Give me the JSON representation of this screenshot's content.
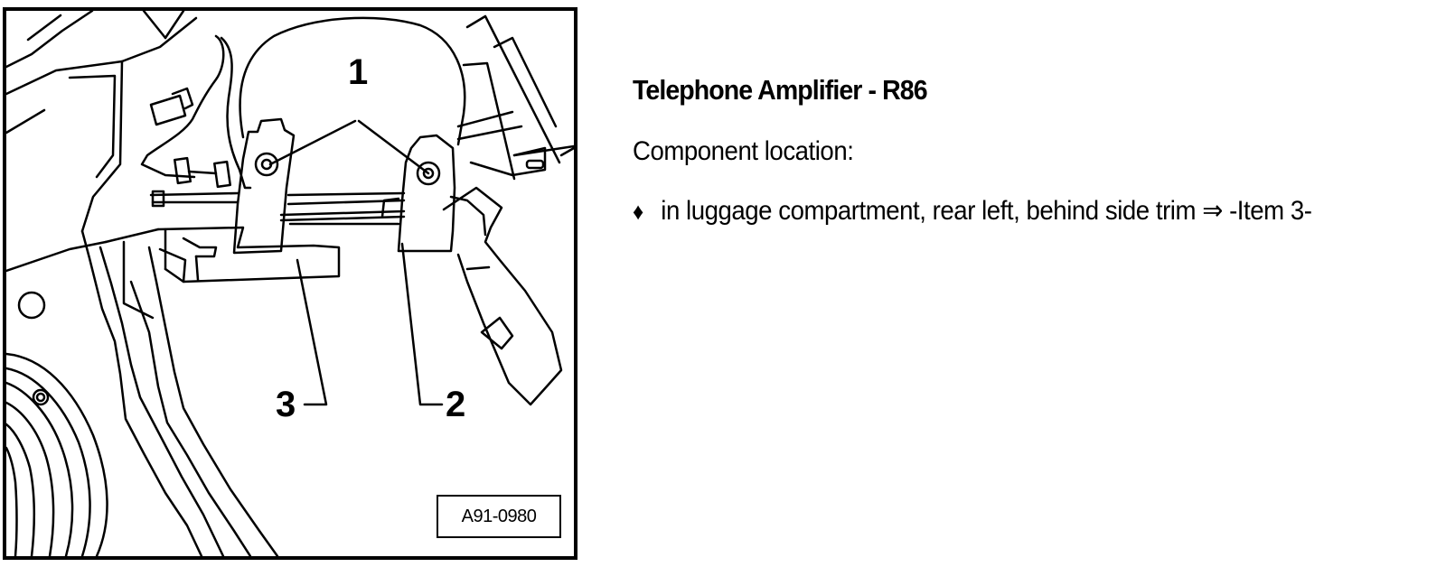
{
  "document": {
    "title": "Telephone Amplifier - R86",
    "section_label": "Component location:",
    "location_items": [
      {
        "bullet_icon": "diamond-bullet-icon",
        "text": "in luggage compartment, rear left, behind side trim ⇒ -Item 3-"
      }
    ]
  },
  "figure": {
    "id_label": "A91-0980",
    "callouts": [
      "1",
      "2",
      "3"
    ]
  },
  "colors": {
    "ink": "#000000",
    "paper": "#ffffff"
  }
}
